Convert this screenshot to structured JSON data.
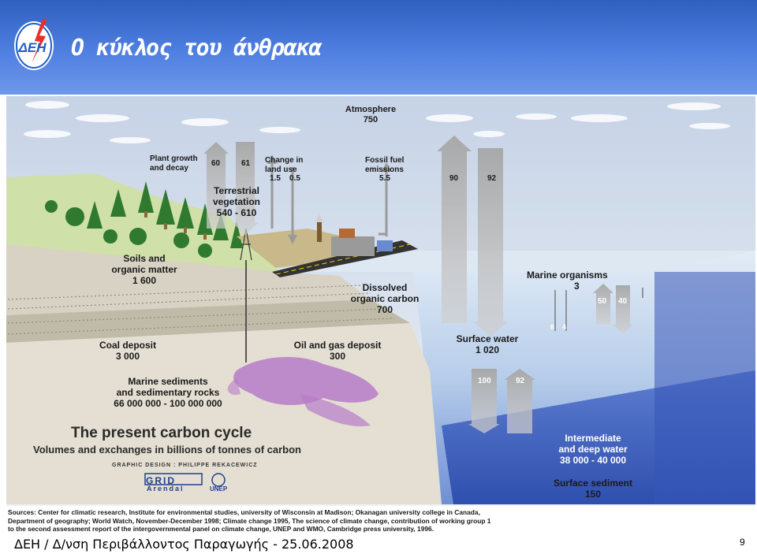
{
  "header": {
    "title": "Ο κύκλος του άνθρακα",
    "logo_text": "ΔΕΗ",
    "bg_color": "#3f6fd0"
  },
  "diagram": {
    "atmosphere": {
      "label": "Atmosphere",
      "value": "750"
    },
    "plant_growth": {
      "label_line1": "Plant growth",
      "label_line2": "and decay",
      "up": "60",
      "down": "61"
    },
    "land_use": {
      "label_line1": "Change in",
      "label_line2": "land use",
      "v1": "1.5",
      "v2": "0.5"
    },
    "fossil_fuel": {
      "label_line1": "Fossil fuel",
      "label_line2": "emissions",
      "value": "5.5"
    },
    "ocean_exchange": {
      "up": "90",
      "down": "92"
    },
    "terrestrial": {
      "label_line1": "Terrestrial",
      "label_line2": "vegetation",
      "value": "540 - 610"
    },
    "soils": {
      "label_line1": "Soils and",
      "label_line2": "organic matter",
      "value": "1 600"
    },
    "marine_organisms": {
      "label": "Marine organisms",
      "value": "3",
      "up": "50",
      "down": "40"
    },
    "dissolved": {
      "label_line1": "Dissolved",
      "label_line2": "organic carbon",
      "value": "700"
    },
    "small_flows": {
      "a": "6",
      "b": "4"
    },
    "coal": {
      "label": "Coal deposit",
      "value": "3 000"
    },
    "oil_gas": {
      "label": "Oil and gas deposit",
      "value": "300"
    },
    "surface_water": {
      "label": "Surface water",
      "value": "1 020",
      "up": "100",
      "down": "92"
    },
    "marine_sediments": {
      "label_line1": "Marine sediments",
      "label_line2": "and sedimentary rocks",
      "value": "66 000 000 - 100 000 000"
    },
    "intermediate": {
      "label_line1": "Intermediate",
      "label_line2": "and deep water",
      "value": "38 000 - 40 000"
    },
    "surface_sediment": {
      "label": "Surface sediment",
      "value": "150"
    },
    "caption_title": "The present carbon cycle",
    "caption_sub": "Volumes and exchanges in billions of tonnes of carbon",
    "graphic_design": "GRAPHIC DESIGN : PHILIPPE REKACEWICZ",
    "grid_logo_1": "GRID",
    "grid_logo_2": "Arendal",
    "unep_logo": "UNEP"
  },
  "sources": {
    "line1": "Sources: Center for climatic research, Institute for environmental studies, university of Wisconsin at Madison;  Okanagan university college in Canada,",
    "line2": "Department of geography; World Watch, November-December 1998; Climate change 1995, The science of climate change, contribution of working group 1",
    "line3": "to the second assessment report of the intergovernmental panel on climate change, UNEP and WMO, Cambridge press university,  1996."
  },
  "footer": {
    "text": "ΔΕΗ / Δ/νση Περιβάλλοντος Παραγωγής - 25.06.2008",
    "page": "9"
  }
}
